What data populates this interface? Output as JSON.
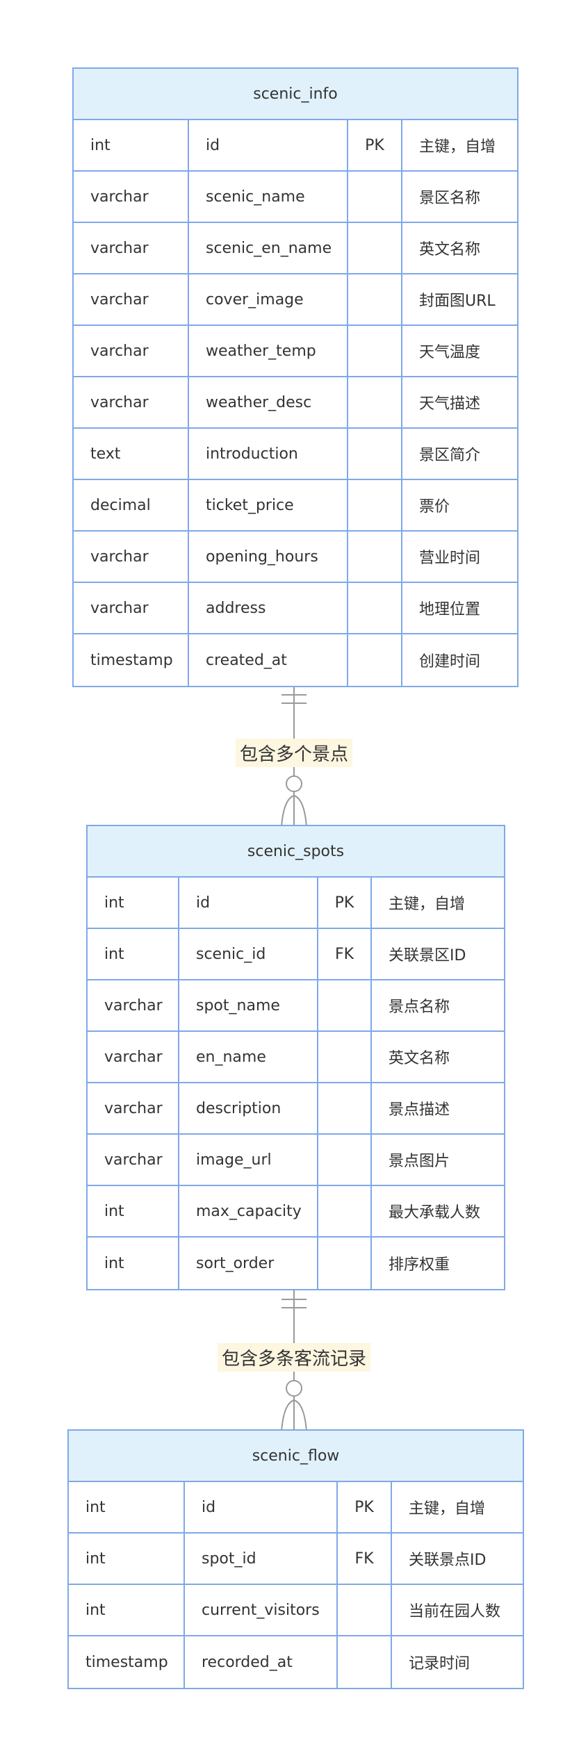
{
  "entities": [
    {
      "name": "scenic_info",
      "attributes": [
        {
          "type": "int",
          "name": "id",
          "key": "PK",
          "comment": "主键，自增"
        },
        {
          "type": "varchar",
          "name": "scenic_name",
          "key": "",
          "comment": "景区名称"
        },
        {
          "type": "varchar",
          "name": "scenic_en_name",
          "key": "",
          "comment": "英文名称"
        },
        {
          "type": "varchar",
          "name": "cover_image",
          "key": "",
          "comment": "封面图URL"
        },
        {
          "type": "varchar",
          "name": "weather_temp",
          "key": "",
          "comment": "天气温度"
        },
        {
          "type": "varchar",
          "name": "weather_desc",
          "key": "",
          "comment": "天气描述"
        },
        {
          "type": "text",
          "name": "introduction",
          "key": "",
          "comment": "景区简介"
        },
        {
          "type": "decimal",
          "name": "ticket_price",
          "key": "",
          "comment": "票价"
        },
        {
          "type": "varchar",
          "name": "opening_hours",
          "key": "",
          "comment": "营业时间"
        },
        {
          "type": "varchar",
          "name": "address",
          "key": "",
          "comment": "地理位置"
        },
        {
          "type": "timestamp",
          "name": "created_at",
          "key": "",
          "comment": "创建时间"
        }
      ]
    },
    {
      "name": "scenic_spots",
      "attributes": [
        {
          "type": "int",
          "name": "id",
          "key": "PK",
          "comment": "主键，自增"
        },
        {
          "type": "int",
          "name": "scenic_id",
          "key": "FK",
          "comment": "关联景区ID"
        },
        {
          "type": "varchar",
          "name": "spot_name",
          "key": "",
          "comment": "景点名称"
        },
        {
          "type": "varchar",
          "name": "en_name",
          "key": "",
          "comment": "英文名称"
        },
        {
          "type": "varchar",
          "name": "description",
          "key": "",
          "comment": "景点描述"
        },
        {
          "type": "varchar",
          "name": "image_url",
          "key": "",
          "comment": "景点图片"
        },
        {
          "type": "int",
          "name": "max_capacity",
          "key": "",
          "comment": "最大承载人数"
        },
        {
          "type": "int",
          "name": "sort_order",
          "key": "",
          "comment": "排序权重"
        }
      ]
    },
    {
      "name": "scenic_flow",
      "attributes": [
        {
          "type": "int",
          "name": "id",
          "key": "PK",
          "comment": "主键，自增"
        },
        {
          "type": "int",
          "name": "spot_id",
          "key": "FK",
          "comment": "关联景点ID"
        },
        {
          "type": "int",
          "name": "current_visitors",
          "key": "",
          "comment": "当前在园人数"
        },
        {
          "type": "timestamp",
          "name": "recorded_at",
          "key": "",
          "comment": "记录时间"
        }
      ]
    }
  ],
  "relationships": [
    {
      "from": "scenic_info",
      "to": "scenic_spots",
      "label": "包含多个景点",
      "cardinality": "one-to-zero-or-many"
    },
    {
      "from": "scenic_spots",
      "to": "scenic_flow",
      "label": "包含多条客流记录",
      "cardinality": "one-to-zero-or-many"
    }
  ],
  "colors": {
    "border": "#7fa8e8",
    "header_fill": "#e1f1fb",
    "label_fill": "#fdf6e0",
    "line": "#999999",
    "text": "#333333"
  }
}
